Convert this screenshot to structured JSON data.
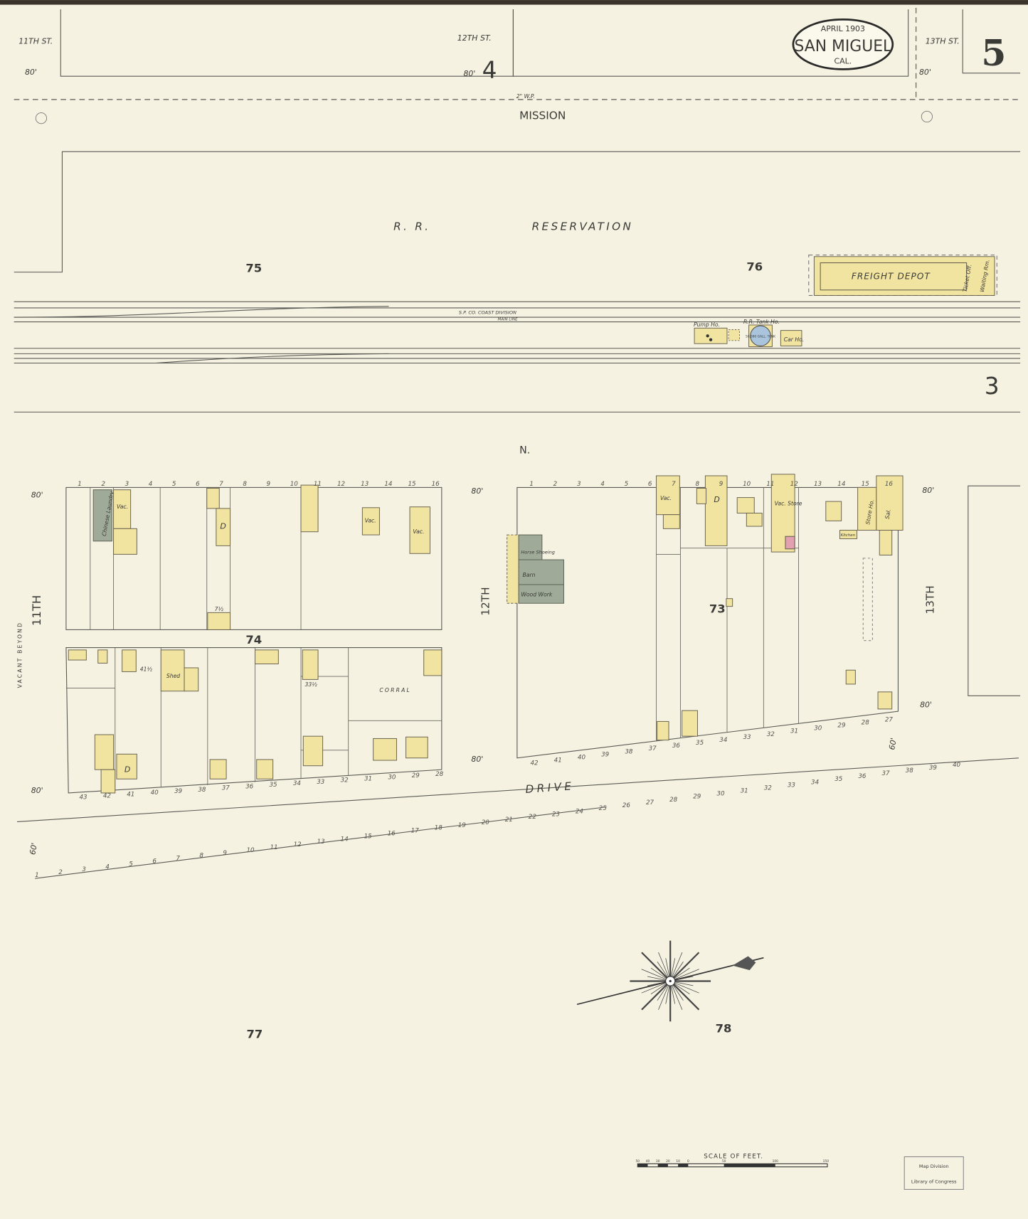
{
  "sheet": {
    "title_date": "APRIL 1903",
    "title_town": "SAN MIGUEL",
    "title_state": "CAL.",
    "sheet_number": "5",
    "adjoining_sheet_top": "4",
    "adjoining_sheet_right": "3"
  },
  "streets": {
    "eleventh_top": "11TH ST.",
    "twelfth_top": "12TH ST.",
    "thirteenth_top": "13TH ST.",
    "mission": "MISSION",
    "n": "N.",
    "eleventh": "11TH",
    "twelfth": "12TH",
    "thirteenth": "13TH",
    "drive": "DRIVE",
    "width_80": "80'",
    "width_60": "60'",
    "water_pipe": "2\" W.P."
  },
  "reservation": {
    "rr": "R.   R.",
    "label": "RESERVATION",
    "railroad": "S.P.  CO.     COAST  DIVISION",
    "main_line": "MAIN  LINE"
  },
  "blocks": {
    "b74": "74",
    "b73": "73",
    "b75": "75",
    "b76": "76",
    "b77": "77",
    "b78": "78"
  },
  "buildings": {
    "freight_depot": "FREIGHT DEPOT",
    "ticket_office": "Ticket Off.",
    "waiting_room": "Waiting Rm.",
    "pump_house": "Pump Ho.",
    "tank_house": "R.R. Tank Ho.",
    "tank_capacity": "50,000 GALL. TANK",
    "car_house": "Car Ho.",
    "chinese_laundry": "Chinese Laundry",
    "horse_shoeing": "Horse Shoeing",
    "barn": "Barn",
    "wood_work": "Wood Work",
    "store_house": "Store Ho.",
    "saloon": "Sal.",
    "kitchen": "Kitchen",
    "shed": "Shed",
    "vacant": "Vac.",
    "vacant_store": "Vac. Store",
    "dwelling": "D",
    "corral": "CORRAL",
    "vacant_beyond": "VACANT  BEYOND",
    "lot_7_half": "7½",
    "lot_33_half": "33½",
    "lot_41_half": "41½"
  },
  "lots": {
    "b74_top": [
      "1",
      "2",
      "3",
      "4",
      "5",
      "6",
      "7",
      "8",
      "9",
      "10",
      "11",
      "12",
      "13",
      "14",
      "15",
      "16"
    ],
    "b74_bottom": [
      "43",
      "42",
      "41",
      "40",
      "39",
      "38",
      "37",
      "36",
      "35",
      "34",
      "33",
      "32",
      "31",
      "30",
      "29",
      "28"
    ],
    "b73_top": [
      "1",
      "2",
      "3",
      "4",
      "5",
      "6",
      "7",
      "8",
      "9",
      "10",
      "11",
      "12",
      "13",
      "14",
      "15",
      "16"
    ],
    "b73_bottom": [
      "42",
      "41",
      "40",
      "39",
      "38",
      "37",
      "36",
      "35",
      "34",
      "33",
      "32",
      "31",
      "30",
      "29",
      "28",
      "27"
    ],
    "drive_lower": [
      "1",
      "2",
      "3",
      "4",
      "5",
      "6",
      "7",
      "8",
      "9",
      "10",
      "11",
      "12",
      "13",
      "14",
      "15",
      "16",
      "17",
      "18",
      "19",
      "20",
      "21",
      "22",
      "23",
      "24"
    ],
    "drive_upper": [
      "25",
      "26",
      "27",
      "28",
      "29",
      "30",
      "31",
      "32",
      "33",
      "34",
      "35",
      "36",
      "37",
      "38",
      "39",
      "40"
    ]
  },
  "scale": {
    "title": "SCALE OF FEET.",
    "ticks": [
      "50",
      "40",
      "30",
      "20",
      "10",
      "0",
      "50",
      "100",
      "150"
    ]
  },
  "stamp": {
    "line1": "Map Division",
    "line2": "Library of Congress"
  },
  "colors": {
    "paper": "#f6f2e2",
    "frame_building": "#f1e3a0",
    "stone_building": "#9fab98",
    "brick_building": "#e2a0b0",
    "tank": "#a9c4dc"
  }
}
